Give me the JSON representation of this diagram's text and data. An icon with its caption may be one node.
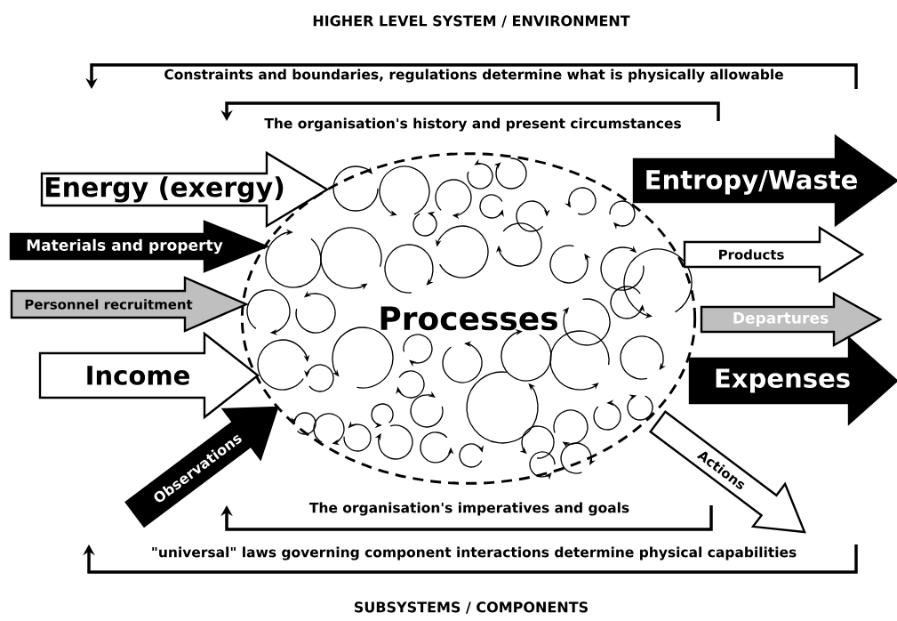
{
  "diagram": {
    "title": "HIGHER LEVEL SYSTEM / ENVIRONMENT",
    "caption": "SUBSYSTEMS / COMPONENTS",
    "nodes": [
      {
        "text": [
          "Processes"
        ]
      },
      {
        "text": [
          "Energy (exergy)"
        ]
      },
      {
        "text": [
          "Materials and property"
        ]
      },
      {
        "text": [
          "Personnel recruitment"
        ]
      },
      {
        "text": [
          "Income"
        ]
      },
      {
        "text": [
          "Observations"
        ]
      },
      {
        "text": [
          "Entropy/Waste"
        ]
      },
      {
        "text": [
          "Products"
        ]
      },
      {
        "text": [
          "Departures"
        ]
      },
      {
        "text": [
          "Expenses"
        ]
      },
      {
        "text": [
          "Actions"
        ]
      }
    ],
    "labels": [
      "Constraints and boundaries, regulations determine what is physically allowable",
      "The organisation's history and present circumstances",
      "The organisation's imperatives and goals",
      "\"universal\" laws governing component interactions determine physical capabilities"
    ]
  }
}
